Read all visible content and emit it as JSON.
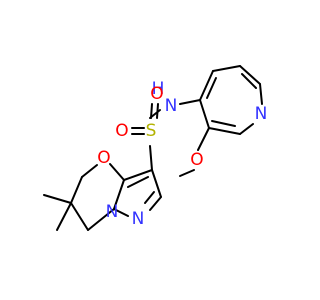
{
  "atoms": {
    "n_amide": {
      "label": "N"
    },
    "h_amide": {
      "label": "H"
    },
    "n_pyridine": {
      "label": "N"
    },
    "o_methoxy": {
      "label": "O"
    },
    "s_sulfonyl": {
      "label": "S"
    },
    "o_sulfonyl_top": {
      "label": "O"
    },
    "o_sulfonyl_left": {
      "label": "O"
    },
    "o_ring": {
      "label": "O"
    },
    "n_pyrazole_1": {
      "label": "N"
    },
    "n_pyrazole_2": {
      "label": "N"
    }
  },
  "colors": {
    "nitrogen": "#3333ff",
    "oxygen": "#ff0000",
    "sulfur": "#b2b200",
    "carbon": "#000000"
  }
}
